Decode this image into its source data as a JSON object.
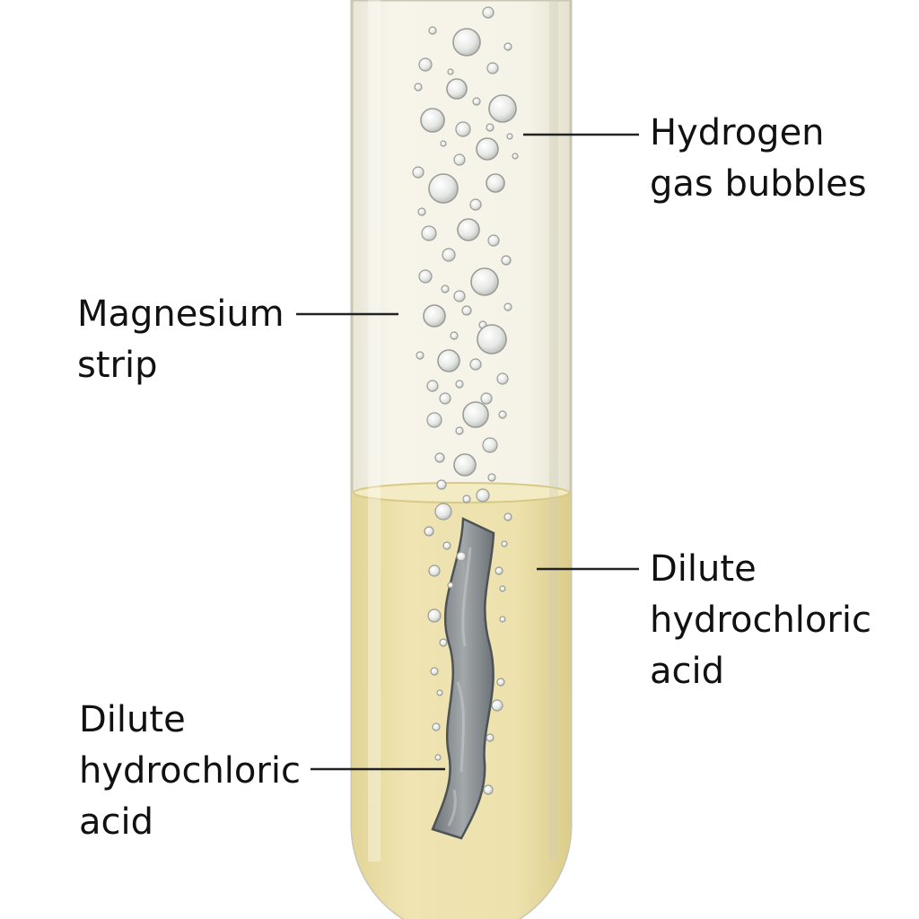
{
  "labels": {
    "hydrogen_gas_bubbles": [
      "Hydrogen",
      "gas bubbles"
    ],
    "magnesium_strip": [
      "Magnesium",
      "strip"
    ],
    "dilute_acid_right": [
      "Dilute",
      "hydrochloric",
      "acid"
    ],
    "dilute_acid_left": [
      "Dilute",
      "hydrochloric",
      "acid"
    ]
  },
  "colors": {
    "tube_glass": "#f4f1e4",
    "tube_outline": "#c9c6b6",
    "acid_liquid": "#ece0a8",
    "acid_surface": "#e3d494",
    "magnesium": "#8c9296",
    "bubble_fill": "#eef0ee",
    "bubble_stroke": "#9a9c98",
    "leader_line": "#222222",
    "label_text": "#111111"
  }
}
